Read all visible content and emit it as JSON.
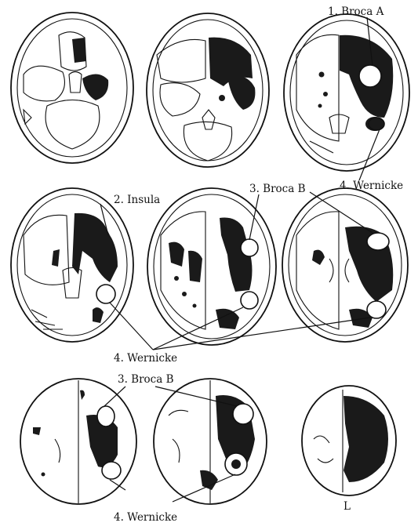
{
  "labels": {
    "broca_a": "1. Broca  A",
    "insula": "2. Insula",
    "broca_b_mid": "3. Broca  B",
    "broca_b_bottom": "3. Broca  B",
    "wernicke_top": "4. Wernicke",
    "wernicke_mid": "4. Wernicke",
    "wernicke_bottom": "4. Wernicke",
    "side_marker": "L"
  },
  "colors": {
    "ink": "#111111",
    "lesion": "#1a1a1a",
    "background": "#ffffff"
  }
}
